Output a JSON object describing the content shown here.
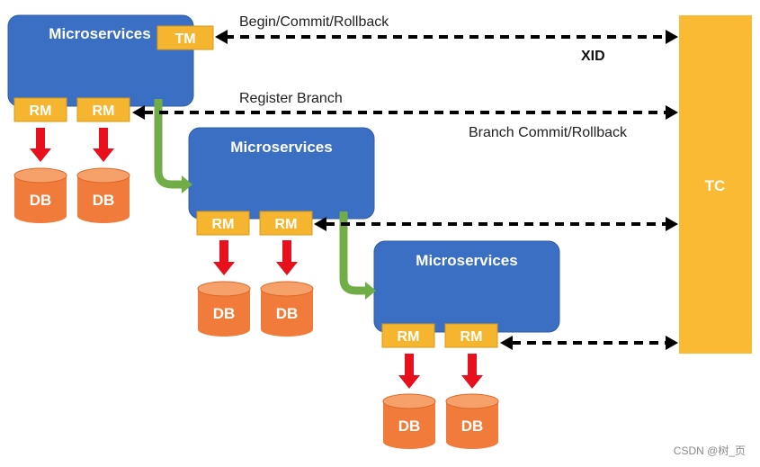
{
  "diagram": {
    "microservices": [
      {
        "label": "Microservices",
        "has_tm": true,
        "tm_label": "TM",
        "rm_labels": [
          "RM",
          "RM"
        ],
        "db_labels": [
          "DB",
          "DB"
        ]
      },
      {
        "label": "Microservices",
        "has_tm": false,
        "rm_labels": [
          "RM",
          "RM"
        ],
        "db_labels": [
          "DB",
          "DB"
        ]
      },
      {
        "label": "Microservices",
        "has_tm": false,
        "rm_labels": [
          "RM",
          "RM"
        ],
        "db_labels": [
          "DB",
          "DB"
        ]
      }
    ],
    "tc_label": "TC",
    "flows": {
      "begin_commit_rollback": "Begin/Commit/Rollback",
      "xid": "XID",
      "register_branch": "Register Branch",
      "branch_commit_rollback": "Branch Commit/Rollback"
    },
    "colors": {
      "microservice_fill": "#3A6FC4",
      "microservice_stroke": "#2F5C9F",
      "tag_fill": "#F5B52E",
      "tag_stroke": "#D79A1A",
      "tc_fill": "#FBBA33",
      "db_fill": "#F07B3A",
      "db_top": "#F6A06A",
      "db_stroke": "#DD6A2A",
      "arrow_red": "#E8101C",
      "arrow_green": "#70AD47",
      "dashed": "#000000"
    }
  },
  "watermark": "CSDN @树_页"
}
